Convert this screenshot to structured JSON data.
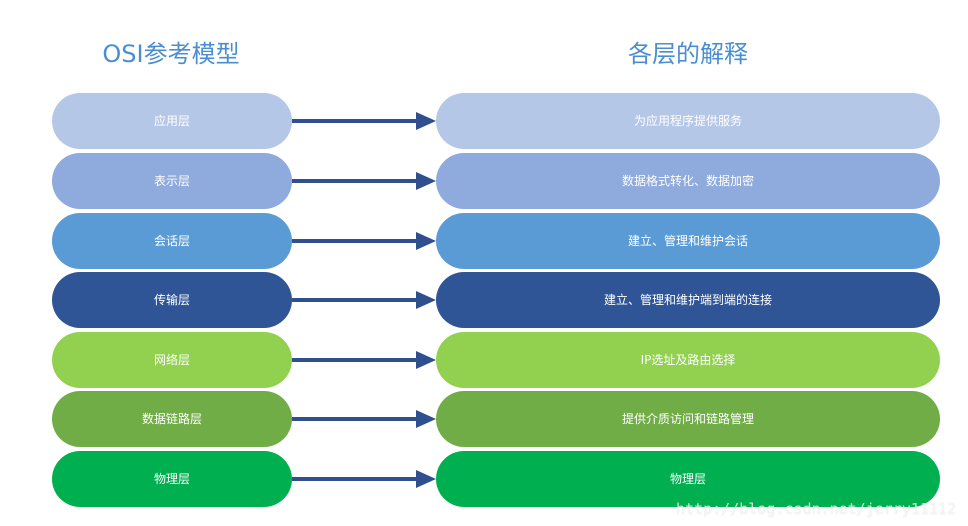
{
  "headers": {
    "left": "OSI参考模型",
    "right": "各层的解释"
  },
  "colors": {
    "header_text": "#4a8ed1",
    "arrow": "#2f4f8f"
  },
  "rows": [
    {
      "layer": "应用层",
      "description": "为应用程序提供服务",
      "color": "#b4c7e7"
    },
    {
      "layer": "表示层",
      "description": "数据格式转化、数据加密",
      "color": "#8faadc"
    },
    {
      "layer": "会话层",
      "description": "建立、管理和维护会话",
      "color": "#5b9bd5"
    },
    {
      "layer": "传输层",
      "description": "建立、管理和维护端到端的连接",
      "color": "#2f5597"
    },
    {
      "layer": "网络层",
      "description": "IP选址及路由选择",
      "color": "#92d050"
    },
    {
      "layer": "数据链路层",
      "description": "提供介质访问和链路管理",
      "color": "#70ad47"
    },
    {
      "layer": "物理层",
      "description": "物理层",
      "color": "#00b050"
    }
  ],
  "watermark": "http://blog.csdn.net/jerry11112"
}
